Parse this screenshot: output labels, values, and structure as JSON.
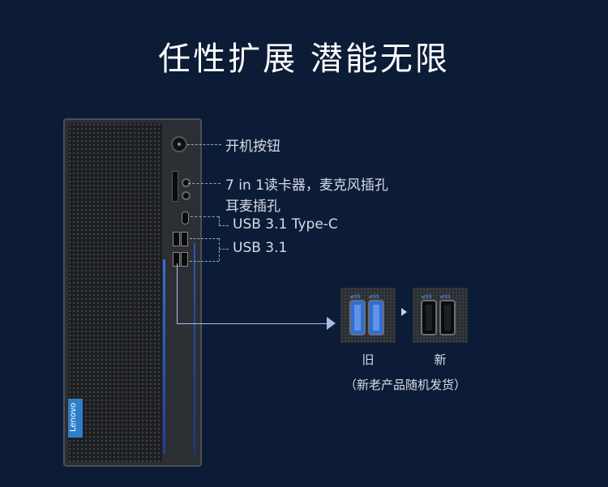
{
  "title": "任性扩展 潜能无限",
  "brand": {
    "logo_text": "Lenovo",
    "logo_color": "#2f7fc8"
  },
  "callouts": {
    "power": "开机按钮",
    "card_reader_line1": "7 in 1读卡器，麦克风插孔",
    "card_reader_line2": "耳麦插孔",
    "usb_c": "USB 3.1 Type-C",
    "usb_a": "USB 3.1"
  },
  "comparison": {
    "old_label": "旧",
    "new_label": "新",
    "note": "（新老产品随机发货）"
  },
  "colors": {
    "background": "#0d1c36",
    "accent_blue": "#2c6fd9",
    "line": "#a8bde6"
  }
}
